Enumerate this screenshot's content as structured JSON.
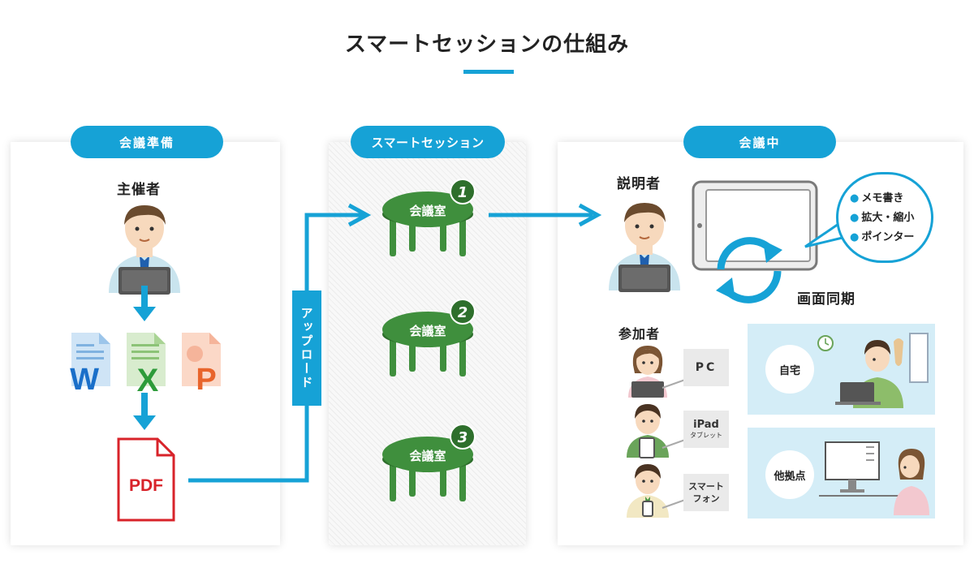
{
  "title": "スマートセッションの仕組み",
  "stages": {
    "prepare": "会議準備",
    "smart_session": "スマートセッション",
    "meeting": "会議中"
  },
  "organizer_label": "主催者",
  "file_letters": {
    "word": "W",
    "excel": "X",
    "powerpoint": "P"
  },
  "pdf_label": "PDF",
  "upload_label": "アップロード",
  "rooms": [
    {
      "label": "会議室",
      "number": "1"
    },
    {
      "label": "会議室",
      "number": "2"
    },
    {
      "label": "会議室",
      "number": "3"
    }
  ],
  "presenter_label": "説明者",
  "features": [
    "メモ書き",
    "拡大・縮小",
    "ポインター"
  ],
  "sync_label": "画面同期",
  "participants_label": "参加者",
  "devices": [
    {
      "line1": "PC",
      "line2": ""
    },
    {
      "line1": "iPad",
      "line2": "タブレット"
    },
    {
      "line1": "スマート",
      "line2": "フォン"
    }
  ],
  "locations": {
    "home": "自宅",
    "other": "他拠点"
  },
  "colors": {
    "accent": "#16a2d6",
    "table_green": "#3f8f3d",
    "scene_bg": "#d4edf7"
  }
}
